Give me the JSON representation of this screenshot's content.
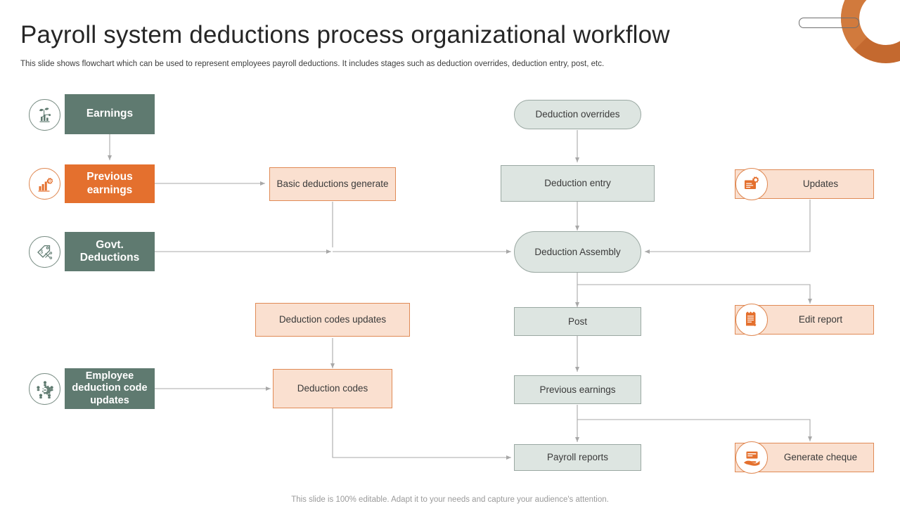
{
  "header": {
    "title": "Payroll system deductions process organizational workflow",
    "subtitle": "This slide shows flowchart which can be used to represent employees payroll deductions. It includes stages such as deduction overrides, deduction entry, post, etc."
  },
  "footer": {
    "note": "This slide is 100% editable. Adapt it to your needs and capture your audience's attention."
  },
  "colors": {
    "solid_green": "#5f7a70",
    "solid_orange": "#e4702e",
    "peach_fill": "#fae0d0",
    "peach_border": "#e08a55",
    "sage_fill": "#dde5e1",
    "sage_border": "#9aa8a2",
    "connector": "#a8a8a8",
    "title_text": "#262626",
    "deco_ring": "#c4692f"
  },
  "diagram": {
    "type": "flowchart",
    "nodes": [
      {
        "id": "earnings",
        "label": "Earnings",
        "style": "solid-green",
        "icon": "plant-growth-chart-icon"
      },
      {
        "id": "previous-earnings-l",
        "label": "Previous earnings",
        "style": "solid-orange",
        "icon": "bar-chart-gear-icon"
      },
      {
        "id": "govt-deductions",
        "label": "Govt. Deductions",
        "style": "solid-green",
        "icon": "price-tag-scissors-icon"
      },
      {
        "id": "employee-code",
        "label": "Employee deduction code updates",
        "style": "solid-green",
        "icon": "gear-people-icon"
      },
      {
        "id": "basic-deductions",
        "label": "Basic deductions generate",
        "style": "peach-rect",
        "icon": null
      },
      {
        "id": "codes-updates",
        "label": "Deduction codes updates",
        "style": "peach-rect",
        "icon": null
      },
      {
        "id": "deduction-codes",
        "label": "Deduction codes",
        "style": "peach-rect",
        "icon": null
      },
      {
        "id": "overrides",
        "label": "Deduction overrides",
        "style": "sage-pill",
        "icon": null
      },
      {
        "id": "entry",
        "label": "Deduction entry",
        "style": "sage-rect",
        "icon": null
      },
      {
        "id": "assembly",
        "label": "Deduction Assembly",
        "style": "sage-pill",
        "icon": null
      },
      {
        "id": "post",
        "label": "Post",
        "style": "sage-rect",
        "icon": null
      },
      {
        "id": "previous-earnings-c",
        "label": "Previous earnings",
        "style": "sage-rect",
        "icon": null
      },
      {
        "id": "payroll-reports",
        "label": "Payroll reports",
        "style": "sage-rect",
        "icon": null
      },
      {
        "id": "updates",
        "label": "Updates",
        "style": "peach-bar",
        "icon": "document-gear-icon"
      },
      {
        "id": "edit-report",
        "label": "Edit report",
        "style": "peach-bar",
        "icon": "document-pencil-icon"
      },
      {
        "id": "generate-cheque",
        "label": "Generate cheque",
        "style": "peach-bar",
        "icon": "hand-cheque-icon"
      }
    ],
    "edges": [
      {
        "from": "earnings",
        "to": "previous-earnings-l"
      },
      {
        "from": "previous-earnings-l",
        "to": "basic-deductions"
      },
      {
        "from": "basic-deductions",
        "to": "assembly"
      },
      {
        "from": "govt-deductions",
        "to": "assembly"
      },
      {
        "from": "overrides",
        "to": "entry"
      },
      {
        "from": "entry",
        "to": "assembly"
      },
      {
        "from": "updates",
        "to": "assembly"
      },
      {
        "from": "assembly",
        "to": "post"
      },
      {
        "from": "assembly",
        "to": "edit-report"
      },
      {
        "from": "post",
        "to": "previous-earnings-c"
      },
      {
        "from": "previous-earnings-c",
        "to": "payroll-reports"
      },
      {
        "from": "previous-earnings-c",
        "to": "generate-cheque"
      },
      {
        "from": "codes-updates",
        "to": "deduction-codes"
      },
      {
        "from": "employee-code",
        "to": "deduction-codes"
      },
      {
        "from": "deduction-codes",
        "to": "payroll-reports"
      }
    ]
  }
}
